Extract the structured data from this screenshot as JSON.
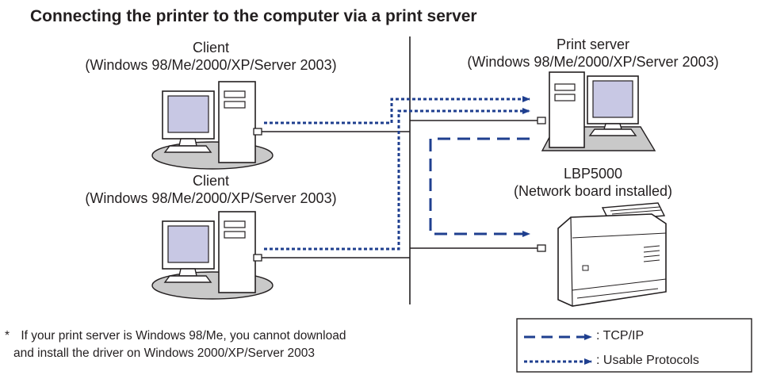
{
  "title": "Connecting the printer to the computer via a print server",
  "client1": {
    "name": "Client",
    "os": "(Windows 98/Me/2000/XP/Server 2003)"
  },
  "client2": {
    "name": "Client",
    "os": "(Windows 98/Me/2000/XP/Server 2003)"
  },
  "print_server": {
    "name": "Print server",
    "os": "(Windows 98/Me/2000/XP/Server 2003)"
  },
  "printer": {
    "model": "LBP5000",
    "note": "(Network board installed)"
  },
  "footnote": {
    "mark": "*",
    "line1": "If your print server is Windows 98/Me, you cannot download",
    "line2": "and install the driver on Windows 2000/XP/Server 2003"
  },
  "legend": {
    "tcpip_label": ": TCP/IP",
    "usable_label": ": Usable Protocols"
  },
  "colors": {
    "accent_blue": "#1f3f8f",
    "screen": "#c8c8e4",
    "outline": "#231f20",
    "shadow_plate": "#c9c9c9"
  },
  "icons": [
    "desktop-computer-icon",
    "laser-printer-icon",
    "arrow-icon"
  ]
}
